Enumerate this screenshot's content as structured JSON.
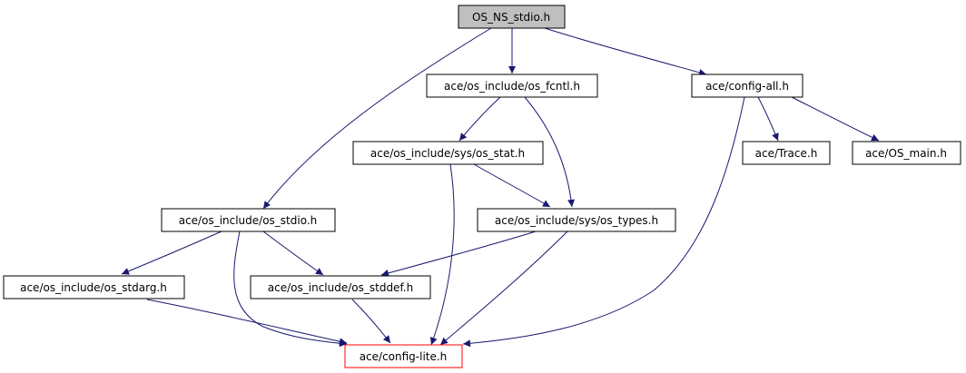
{
  "nodes": [
    {
      "id": "os_ns_stdio",
      "label": "OS_NS_stdio.h",
      "fill": "#bfbfbf",
      "stroke": "#000000"
    },
    {
      "id": "os_fcntl",
      "label": "ace/os_include/os_fcntl.h",
      "fill": "#ffffff",
      "stroke": "#000000"
    },
    {
      "id": "config_all",
      "label": "ace/config-all.h",
      "fill": "#ffffff",
      "stroke": "#000000"
    },
    {
      "id": "sys_os_stat",
      "label": "ace/os_include/sys/os_stat.h",
      "fill": "#ffffff",
      "stroke": "#000000"
    },
    {
      "id": "trace",
      "label": "ace/Trace.h",
      "fill": "#ffffff",
      "stroke": "#000000"
    },
    {
      "id": "os_main",
      "label": "ace/OS_main.h",
      "fill": "#ffffff",
      "stroke": "#000000"
    },
    {
      "id": "os_stdio",
      "label": "ace/os_include/os_stdio.h",
      "fill": "#ffffff",
      "stroke": "#000000"
    },
    {
      "id": "sys_os_types",
      "label": "ace/os_include/sys/os_types.h",
      "fill": "#ffffff",
      "stroke": "#000000"
    },
    {
      "id": "os_stdarg",
      "label": "ace/os_include/os_stdarg.h",
      "fill": "#ffffff",
      "stroke": "#000000"
    },
    {
      "id": "os_stddef",
      "label": "ace/os_include/os_stddef.h",
      "fill": "#ffffff",
      "stroke": "#000000"
    },
    {
      "id": "config_lite",
      "label": "ace/config-lite.h",
      "fill": "#ffffff",
      "stroke": "#ff0000"
    }
  ],
  "edges": [
    {
      "from": "os_ns_stdio",
      "to": "os_stdio"
    },
    {
      "from": "os_ns_stdio",
      "to": "os_fcntl"
    },
    {
      "from": "os_ns_stdio",
      "to": "config_all"
    },
    {
      "from": "os_fcntl",
      "to": "sys_os_stat"
    },
    {
      "from": "os_fcntl",
      "to": "sys_os_types"
    },
    {
      "from": "config_all",
      "to": "trace"
    },
    {
      "from": "config_all",
      "to": "os_main"
    },
    {
      "from": "config_all",
      "to": "config_lite"
    },
    {
      "from": "sys_os_stat",
      "to": "sys_os_types"
    },
    {
      "from": "sys_os_stat",
      "to": "config_lite"
    },
    {
      "from": "os_stdio",
      "to": "os_stdarg"
    },
    {
      "from": "os_stdio",
      "to": "os_stddef"
    },
    {
      "from": "os_stdio",
      "to": "config_lite"
    },
    {
      "from": "sys_os_types",
      "to": "os_stddef"
    },
    {
      "from": "sys_os_types",
      "to": "config_lite"
    },
    {
      "from": "os_stdarg",
      "to": "config_lite"
    },
    {
      "from": "os_stddef",
      "to": "config_lite"
    }
  ],
  "colors": {
    "edge": "#191970",
    "background": "#ffffff"
  }
}
